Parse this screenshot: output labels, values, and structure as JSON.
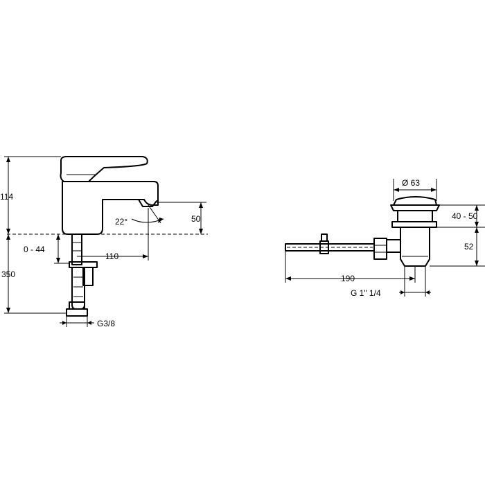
{
  "labels": {
    "faucet_height": "114",
    "below_deck": "350",
    "thickness": "0 - 44",
    "reach": "110",
    "angle": "22°",
    "spout_height": "50",
    "thread": "G3/8",
    "diameter": "Ø 63",
    "stroke": "40 - 50",
    "waste_height": "52",
    "rod_length": "190",
    "waste_thread": "G 1\" 1/4"
  }
}
